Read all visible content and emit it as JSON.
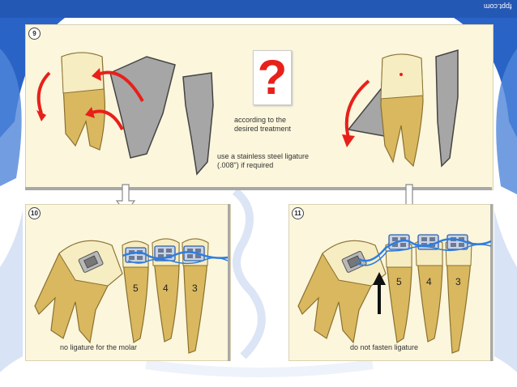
{
  "watermark": "fppt.com",
  "panels": {
    "p9": {
      "number": "9",
      "question_mark": "?",
      "text1": [
        "according to the",
        "desired treatment"
      ],
      "text2": [
        "use a stainless steel ligature",
        "(.008\") if required"
      ]
    },
    "p10": {
      "number": "10",
      "caption": "no ligature for the molar",
      "tooth_labels": [
        "5",
        "4",
        "3"
      ]
    },
    "p11": {
      "number": "11",
      "caption": "do not fasten ligature",
      "tooth_labels": [
        "5",
        "4",
        "3"
      ]
    }
  },
  "colors": {
    "background_blue": "#2458b5",
    "panel_fill": "#fbf6dc",
    "tooth_root": "#d9b85f",
    "tooth_crown": "#f6edc2",
    "gray_tooth": "#a6a6a6",
    "rotation_arrow": "#e8201a",
    "wire": "#2e7de0",
    "question_mark": "#e8201a"
  }
}
